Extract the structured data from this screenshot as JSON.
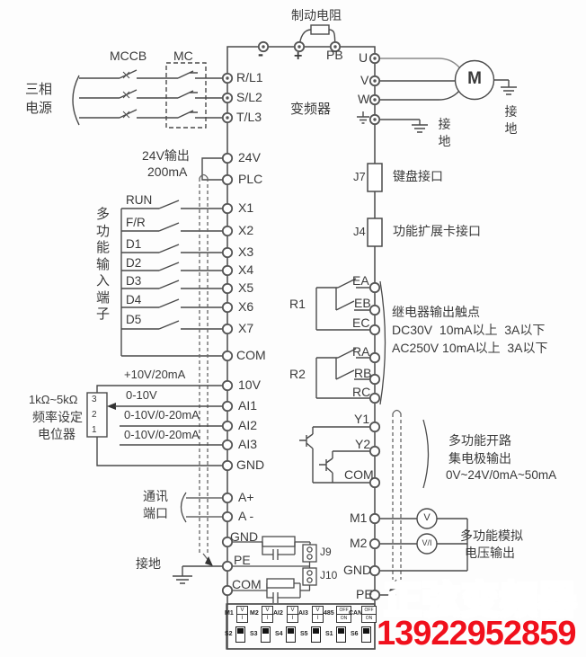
{
  "top_section": {
    "brake_resistor_label": "制动电阻",
    "dc_minus": "-",
    "dc_plus": "+",
    "pb": "PB"
  },
  "input_power": {
    "source": "三相电源",
    "mccb": "MCCB",
    "mc": "MC",
    "r": "R/L1",
    "s": "S/L2",
    "t": "T/L3"
  },
  "inverter": {
    "name": "变频器"
  },
  "aux24v": {
    "line1": "24V输出",
    "line2": "200mA",
    "t_24v": "24V",
    "t_plc": "PLC"
  },
  "digital_inputs": {
    "group": "多功能输入端子",
    "signals": [
      "RUN",
      "F/R",
      "D1",
      "D2",
      "D3",
      "D4",
      "D5"
    ],
    "terminals": [
      "X1",
      "X2",
      "X3",
      "X4",
      "X5",
      "X6",
      "X7"
    ],
    "common": "COM"
  },
  "analog_inputs": {
    "pot_line1": "1kΩ~5kΩ",
    "pot_line2": "频率设定",
    "pot_line3": "电位器",
    "pins": [
      "3",
      "2",
      "1"
    ],
    "w_10v": "+10V/20mA",
    "w_ai1": "0-10V",
    "w_ai2": "0-10V/0-20mA",
    "w_ai3": "0-10V/0-20mA",
    "t_10v": "10V",
    "t_ai1": "AI1",
    "t_ai2": "AI2",
    "t_ai3": "AI3",
    "t_gnd": "GND"
  },
  "comm": {
    "line1": "通讯",
    "line2": "端口",
    "t_ap": "A+",
    "t_am": "A -"
  },
  "pe_left": {
    "ground": "接地",
    "t_gnd": "GND",
    "t_pe": "PE",
    "t_com": "COM",
    "j9": "J9",
    "j10": "J10"
  },
  "dip": {
    "groups": [
      {
        "label": "M1",
        "top": "V",
        "bottom": "I",
        "sw": "S2"
      },
      {
        "label": "M2",
        "top": "V",
        "bottom": "I",
        "sw": "S3"
      },
      {
        "label": "AI2",
        "top": "V",
        "bottom": "I",
        "sw": "S4"
      },
      {
        "label": "AI3",
        "top": "V",
        "bottom": "I",
        "sw": "S5"
      },
      {
        "label": "485",
        "top": "OFF",
        "bottom": "ON",
        "sw": "S1"
      },
      {
        "label": "CAN",
        "top": "OFF",
        "bottom": "ON",
        "sw": "S6"
      }
    ]
  },
  "output_power": {
    "t_u": "U",
    "t_v": "V",
    "t_w": "W",
    "motor": "M",
    "ground_pe": "接地",
    "ground_motor": "接地"
  },
  "ports": {
    "j7": "J7",
    "j7_desc": "键盘接口",
    "j4": "J4",
    "j4_desc": "功能扩展卡接口"
  },
  "relay": {
    "r1": "R1",
    "r2": "R2",
    "t_ea": "EA",
    "t_eb": "EB",
    "t_ec": "EC",
    "t_ra": "RA",
    "t_rb": "RB",
    "t_rc": "RC",
    "desc1": "继电器输出触点",
    "desc2": "DC30V  10mA以上  3A以下",
    "desc3": "AC250V 10mA以上  3A以下"
  },
  "oc_output": {
    "t_y1": "Y1",
    "t_y2": "Y2",
    "t_com": "COM",
    "desc1": "多功能开路",
    "desc2": "集电极输出",
    "desc3": "0V~24V/0mA~50mA"
  },
  "analog_output": {
    "t_m1": "M1",
    "t_m2": "M2",
    "t_gnd": "GND",
    "t_pe": "PE",
    "meter_v": "V",
    "meter_vi": "V/I",
    "desc1": "多功能模拟",
    "desc2": "电压输出"
  },
  "watermark": {
    "brand": "正弦变频器",
    "phone": "13922952859",
    "brand_color": "#14a0ea",
    "phone_color": "#f0101c"
  }
}
